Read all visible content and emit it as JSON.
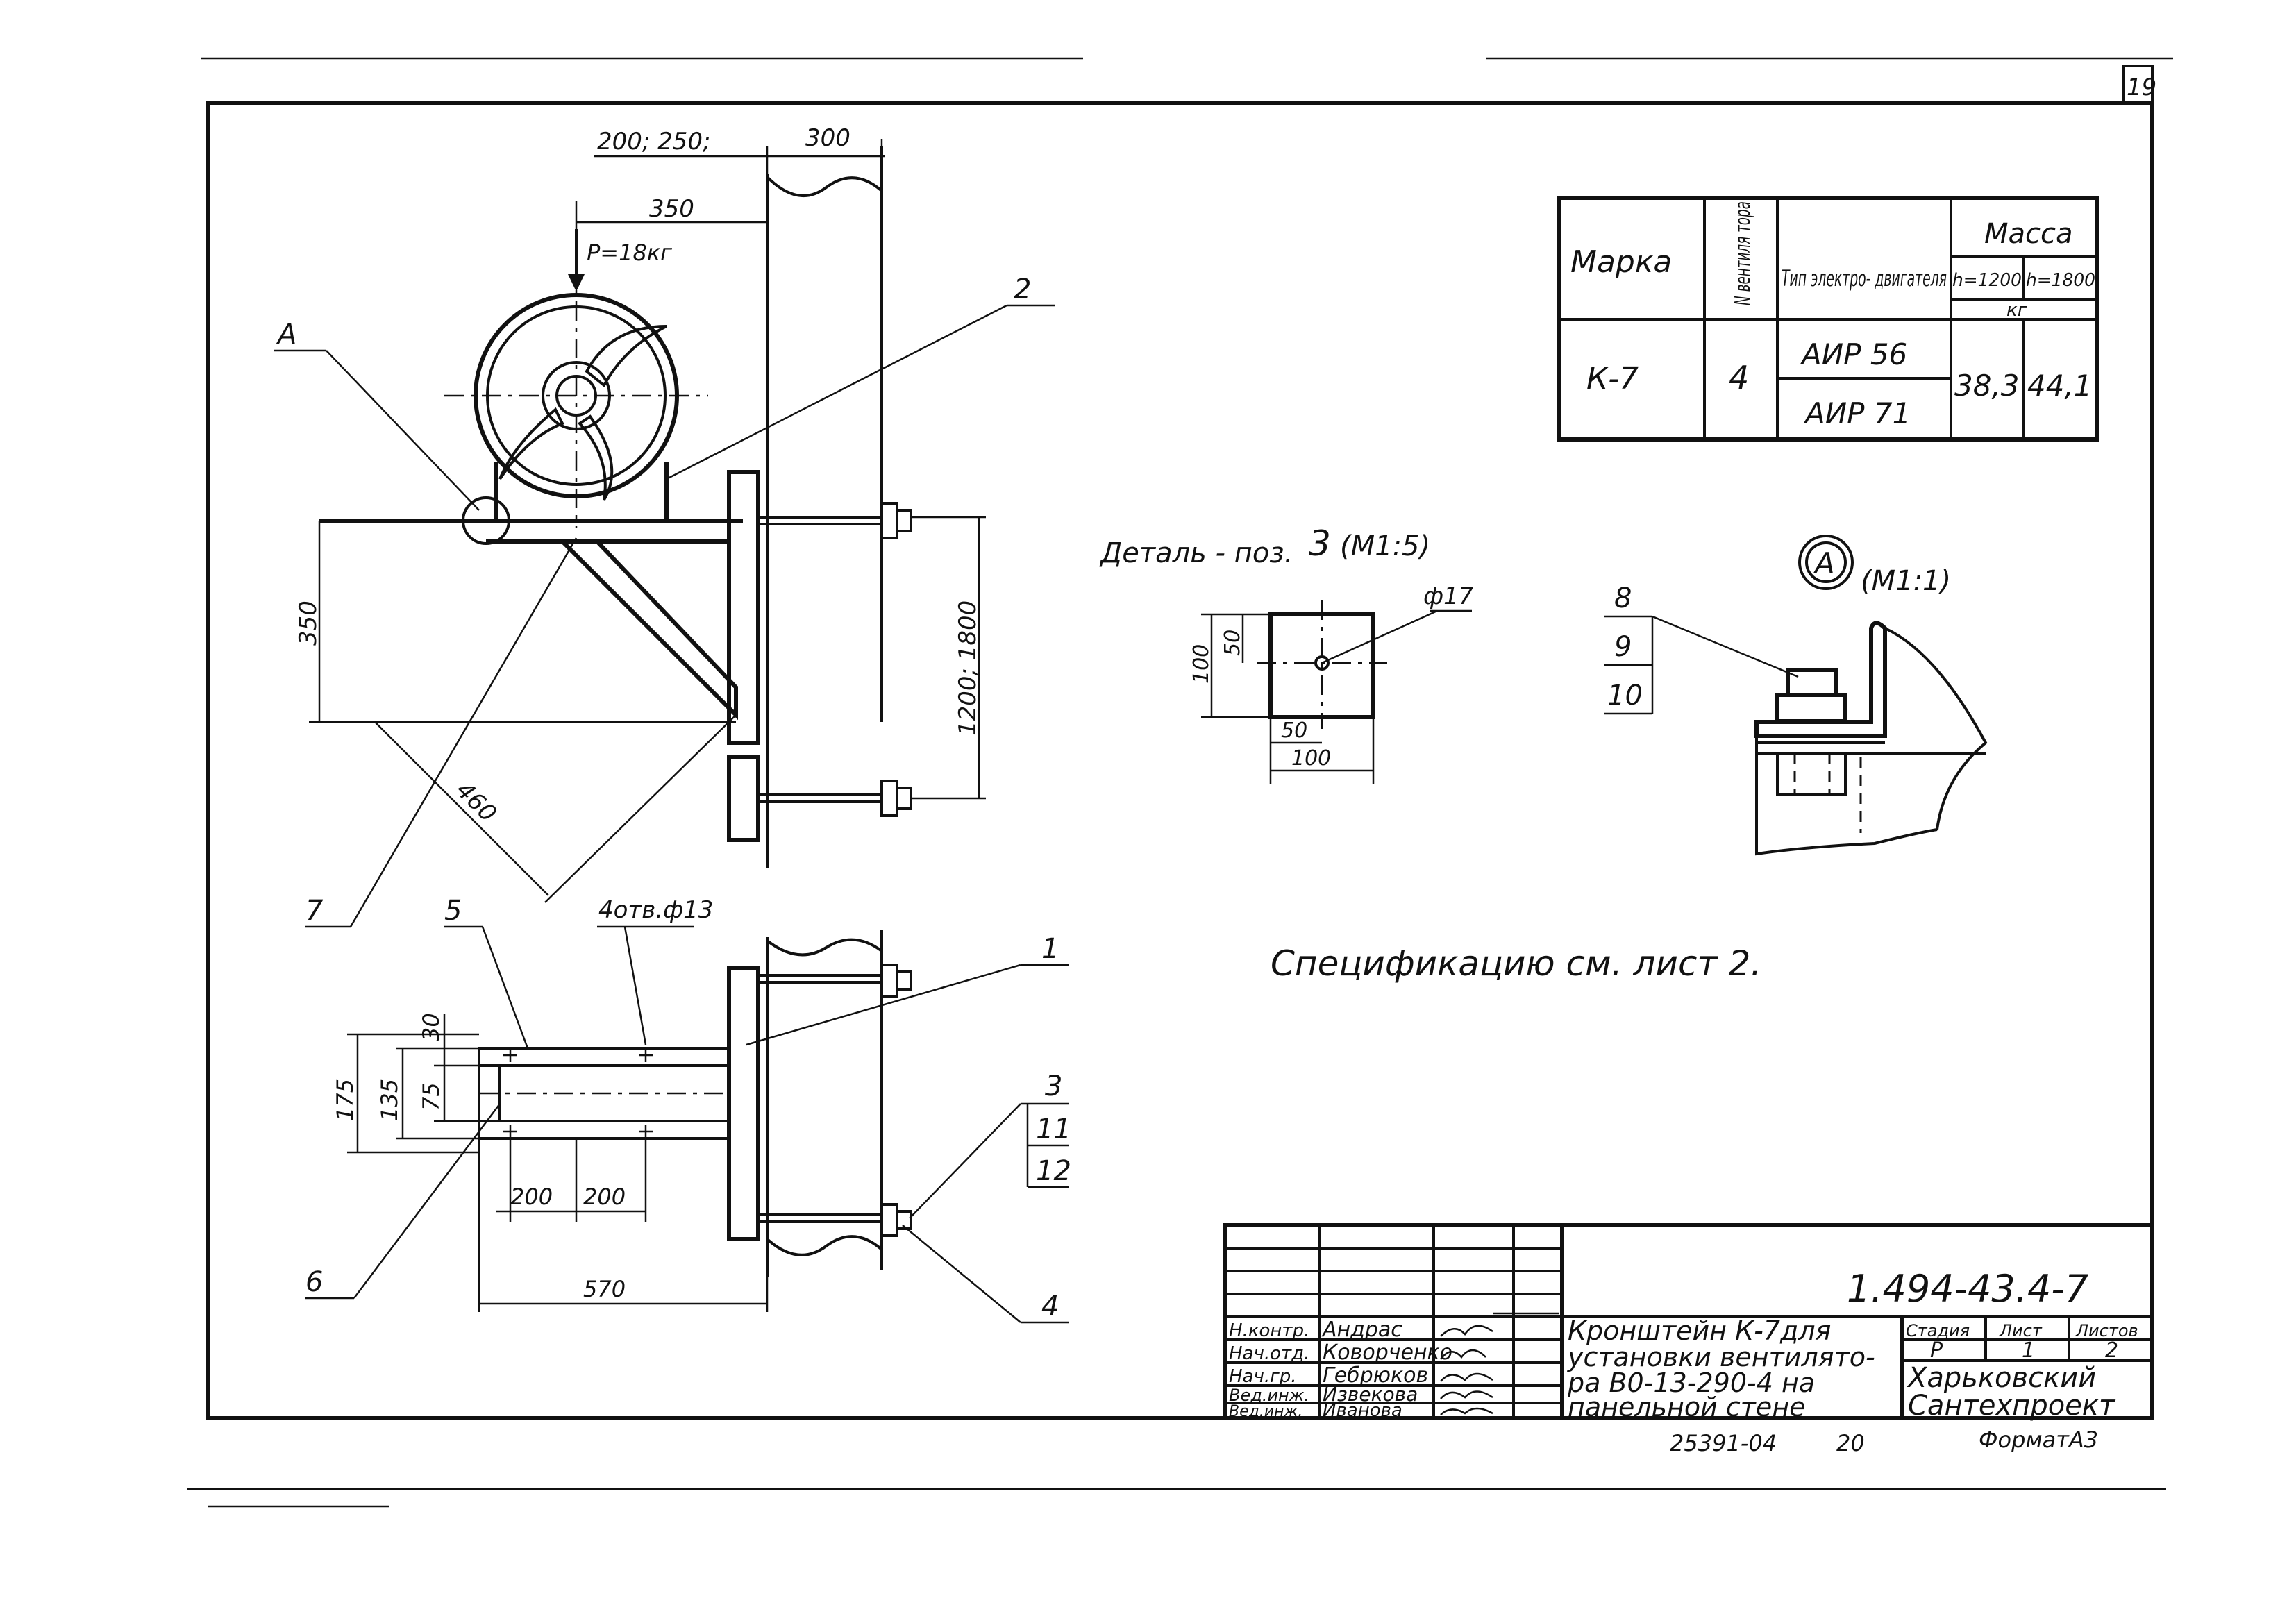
{
  "sheet_number": "19",
  "drawing_code": "1.494-43.4-7",
  "archive_number": "25391-04",
  "archive_sheet": "20",
  "format": "ФорматА3",
  "spec_note": "Спецификацию см. лист 2.",
  "title_lines": [
    "Кронштейн К-7для",
    "установки вентилято-",
    "ра В0-13-290-4 на",
    "панельной стене"
  ],
  "organization": [
    "Харьковский",
    "Сантехпроект"
  ],
  "stage": {
    "labels": [
      "Стадия",
      "Лист",
      "Листов"
    ],
    "values": [
      "Р",
      "1",
      "2"
    ]
  },
  "signatures": [
    {
      "role": "Н.контр.",
      "name": "Андрас"
    },
    {
      "role": "Нач.отд.",
      "name": "Коворченко"
    },
    {
      "role": "Нач.гр.",
      "name": "Гебрюков"
    },
    {
      "role": "Вед.инж.",
      "name": "Извекова"
    },
    {
      "role": "Вед.инж.",
      "name": "Иванова"
    }
  ],
  "table": {
    "headers": {
      "mark": "Марка",
      "fan": "N вентиля тора",
      "motor": "Тип электро- двигателя",
      "mass": "Масса",
      "h1": "h=1200",
      "h2": "h=1800",
      "unit": "кг"
    },
    "row": {
      "mark": "К-7",
      "fan": "4",
      "motors": [
        "АИР 56",
        "АИР 71"
      ],
      "m1": "38,3",
      "m2": "44,1"
    }
  },
  "detail": {
    "label": "Деталь - поз.",
    "pos": "3",
    "scale": "(М1:5)",
    "hole": "ф17",
    "dims": [
      "100",
      "50",
      "50",
      "100"
    ]
  },
  "detail_a": {
    "letter": "А",
    "scale": "(М1:1)",
    "positions": [
      "8",
      "9",
      "10"
    ]
  },
  "top_view": {
    "load": "Р=18кг",
    "dims": {
      "d1": "200; 250;",
      "d2": "300",
      "d3": "350",
      "d4": "350",
      "d5": "1200; 1800",
      "d6": "460"
    },
    "callouts": {
      "a": "А",
      "p2": "2",
      "p7": "7"
    }
  },
  "plan_view": {
    "holes": "4отв.ф13",
    "dims": {
      "d30": "30",
      "d135": "135",
      "d175": "175",
      "d75": "75",
      "d200a": "200",
      "d200b": "200",
      "d570": "570"
    },
    "callouts": {
      "p5": "5",
      "p1": "1",
      "p6": "6",
      "p4": "4"
    },
    "positions": [
      "3",
      "11",
      "12"
    ]
  }
}
